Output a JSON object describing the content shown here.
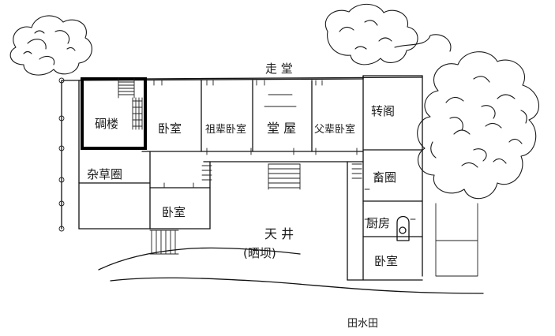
{
  "labels": {
    "hall_corridor": "走 堂",
    "diaolou": "碉楼",
    "bedroom_left": "卧室",
    "grandparents_bedroom": "祖辈卧室",
    "main_hall": "堂 屋",
    "parents_bedroom": "父辈卧室",
    "granary": "转阁",
    "storehouse": "杂草圈",
    "bedroom_lower": "卧室",
    "livestock_pen": "畜圈",
    "courtyard": "天 井",
    "courtyard_note": "(晒坝)",
    "kitchen": "厨房",
    "bedroom_right": "卧室",
    "farmland": "田水田"
  }
}
